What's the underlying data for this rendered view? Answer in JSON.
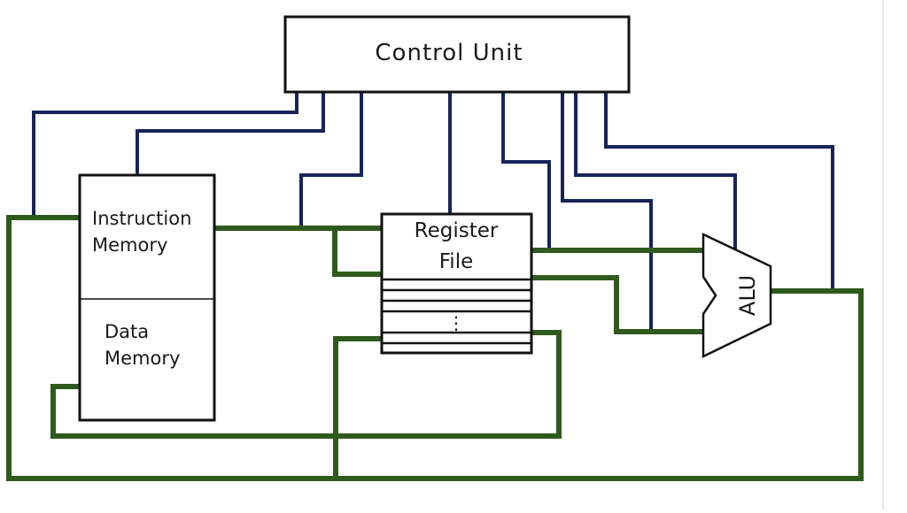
{
  "blocks": {
    "control_unit": "Control Unit",
    "instruction_memory": [
      "Instruction",
      "Memory"
    ],
    "data_memory": [
      "Data",
      "Memory"
    ],
    "register_file": [
      "Register",
      "File"
    ],
    "register_ellipsis": "⋮",
    "alu": "ALU"
  },
  "colors": {
    "data_bus": "#2f5a1d",
    "control_line": "#18235a",
    "block_border": "#111111",
    "frame_border": "#dddddd"
  }
}
